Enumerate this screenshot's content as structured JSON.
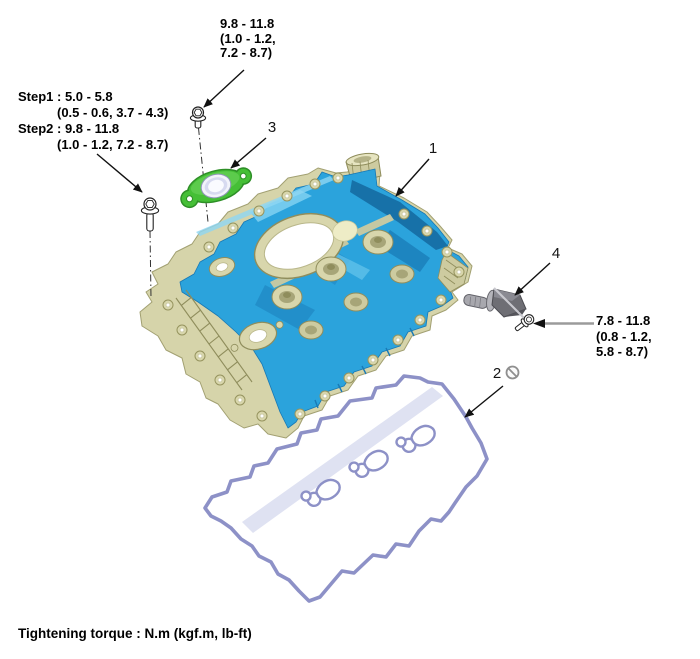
{
  "annotations": {
    "upper_bolt_torque": {
      "lines": [
        "9.8 - 11.8",
        "(1.0 - 1.2,",
        "7.2 - 8.7)"
      ]
    },
    "cover_bolt_torque": {
      "lines": [
        "Step1 : 5.0 - 5.8",
        "(0.5 - 0.6, 3.7 - 4.3)",
        "Step2 : 9.8 - 11.8",
        "(1.0 - 1.2, 7.2 - 8.7)"
      ]
    },
    "sensor_bolt_torque": {
      "lines": [
        "7.8 - 11.8",
        "(0.8 - 1.2,",
        "5.8 - 8.7)"
      ]
    }
  },
  "part_labels": {
    "cylinder_head_cover": "1",
    "gasket": "2",
    "seal": "3",
    "sensor": "4"
  },
  "icons": {
    "do_not_reuse": "circle-slash"
  },
  "footer": {
    "note": "Tightening torque : N.m (kgf.m, lb-ft)"
  },
  "colors": {
    "cover_blue": "#2ba3dc",
    "cover_blue_dark": "#14699f",
    "cover_tan": "#d6d4aa",
    "seal_green": "#45bf36",
    "gasket_purple": "#8d91c7",
    "arrow_black": "#111111",
    "leader_gray": "#9b9b9b"
  }
}
